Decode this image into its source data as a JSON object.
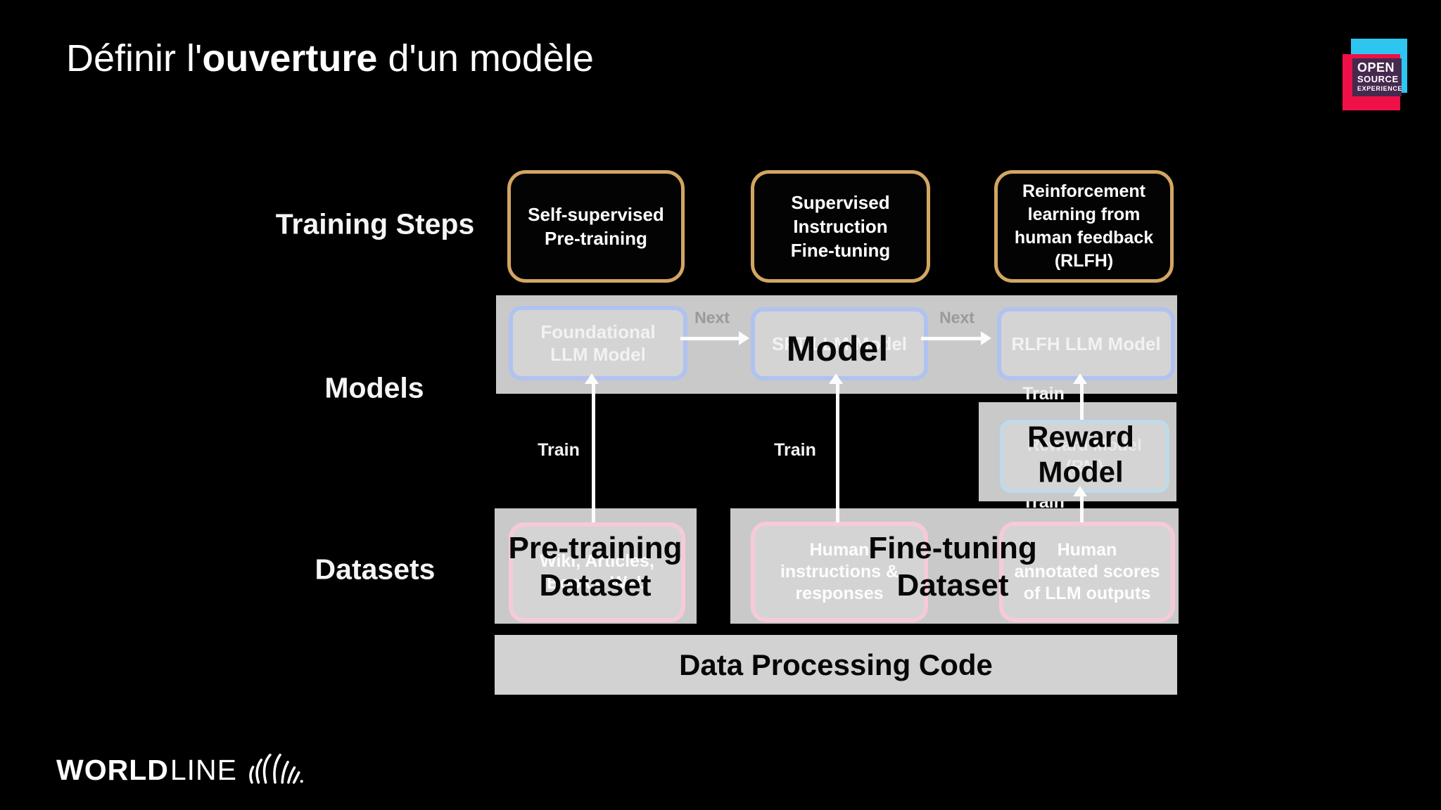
{
  "title": {
    "pre": "Définir l'",
    "bold": "ouverture",
    "post": " d'un modèle"
  },
  "rows": {
    "training_steps": "Training Steps",
    "models": "Models",
    "datasets": "Datasets"
  },
  "training_steps": [
    "Self-supervised\nPre-training",
    "Supervised\nInstruction\nFine-tuning",
    "Reinforcement\nlearning from\nhuman feedback\n(RLFH)"
  ],
  "models": {
    "foundational": "Foundational\nLLM Model",
    "sft": "SFT LLM Model",
    "rlfh": "RLFH LLM Model",
    "reward_underlying": "Reward Model\n(RM)"
  },
  "datasets": {
    "pretraining_underlying": "Wiki, Articles,\nBooks, Web",
    "sft_dataset": "Human\ninstructions &\nresponses",
    "rlfh_dataset": "Human\nannotated scores\nof LLM outputs"
  },
  "flow_labels": {
    "next1": "Next",
    "next2": "Next",
    "train1": "Train",
    "train2": "Train",
    "train3": "Train",
    "train4": "Train"
  },
  "overlays": {
    "model": "Model",
    "reward_model": "Reward\nModel",
    "pretraining_dataset": "Pre-training\nDataset",
    "finetuning_dataset": "Fine-tuning\nDataset",
    "data_processing_code": "Data Processing Code"
  },
  "footer": {
    "worldline_bold": "WORLD",
    "worldline_light": "LINE"
  },
  "ose_logo": {
    "line1": "OPEN",
    "line2": "SOURCE",
    "line3": "EXPERIENCE"
  },
  "colors": {
    "background": "#000000",
    "strip_gray": "#c9c9c9",
    "box_fill_gray": "#d4d4d4",
    "gold_border": "#d2a662",
    "blue_border": "#b0c2ef",
    "lightblue_border": "#bedbeb",
    "pink_border": "#f6cad9",
    "overlay_text": "#070707",
    "ose_cyan": "#2ec6f0",
    "ose_red": "#ef1048",
    "ose_purple": "#46294f"
  }
}
